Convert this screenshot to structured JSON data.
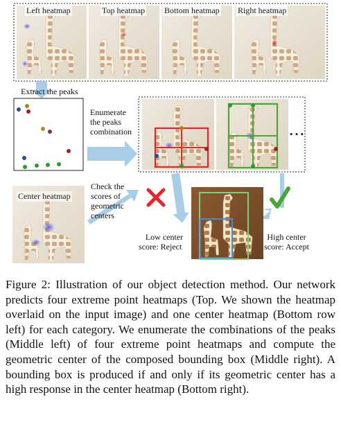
{
  "figure": {
    "heatmaps": [
      {
        "label": "Left heatmap"
      },
      {
        "label": "Top heatmap"
      },
      {
        "label": "Bottom heatmap"
      },
      {
        "label": "Right heatmap"
      }
    ],
    "extract_label": "Extract the peaks",
    "enumerate_label": [
      "Enumerate",
      "the peaks",
      "combination"
    ],
    "check_label": [
      "Check the",
      "scores of",
      "geometric",
      "centers"
    ],
    "center_heatmap_label": "Center heatmap",
    "reject_label": [
      "Low center",
      "score: Reject"
    ],
    "accept_label": [
      "High center",
      "score: Accept"
    ],
    "ellipsis": "• • •",
    "colors": {
      "reject": "#e8232a",
      "accept": "#47a838",
      "arrow": "#a8cde6",
      "box_blue": "#3a8fd6",
      "box_green": "#7fd07a"
    },
    "peaks": [
      {
        "color": "#2a4a9a"
      },
      {
        "color": "#9b8a1e"
      },
      {
        "color": "#a02020"
      },
      {
        "color": "#b8862a"
      },
      {
        "color": "#8a3030"
      },
      {
        "color": "#2f9a2f"
      }
    ]
  },
  "caption": "Figure 2: Illustration of our object detection method. Our network predicts four extreme point heatmaps (Top. We shown the heatmap overlaid on the input image) and one center heatmap (Bottom row left) for each category. We enumerate the combinations of the peaks (Middle left) of four extreme point heatmaps and compute the geometric center of the composed bounding box (Middle right). A bounding box is produced if and only if its geometric center has a high response in the center heatmap (Bottom right)."
}
